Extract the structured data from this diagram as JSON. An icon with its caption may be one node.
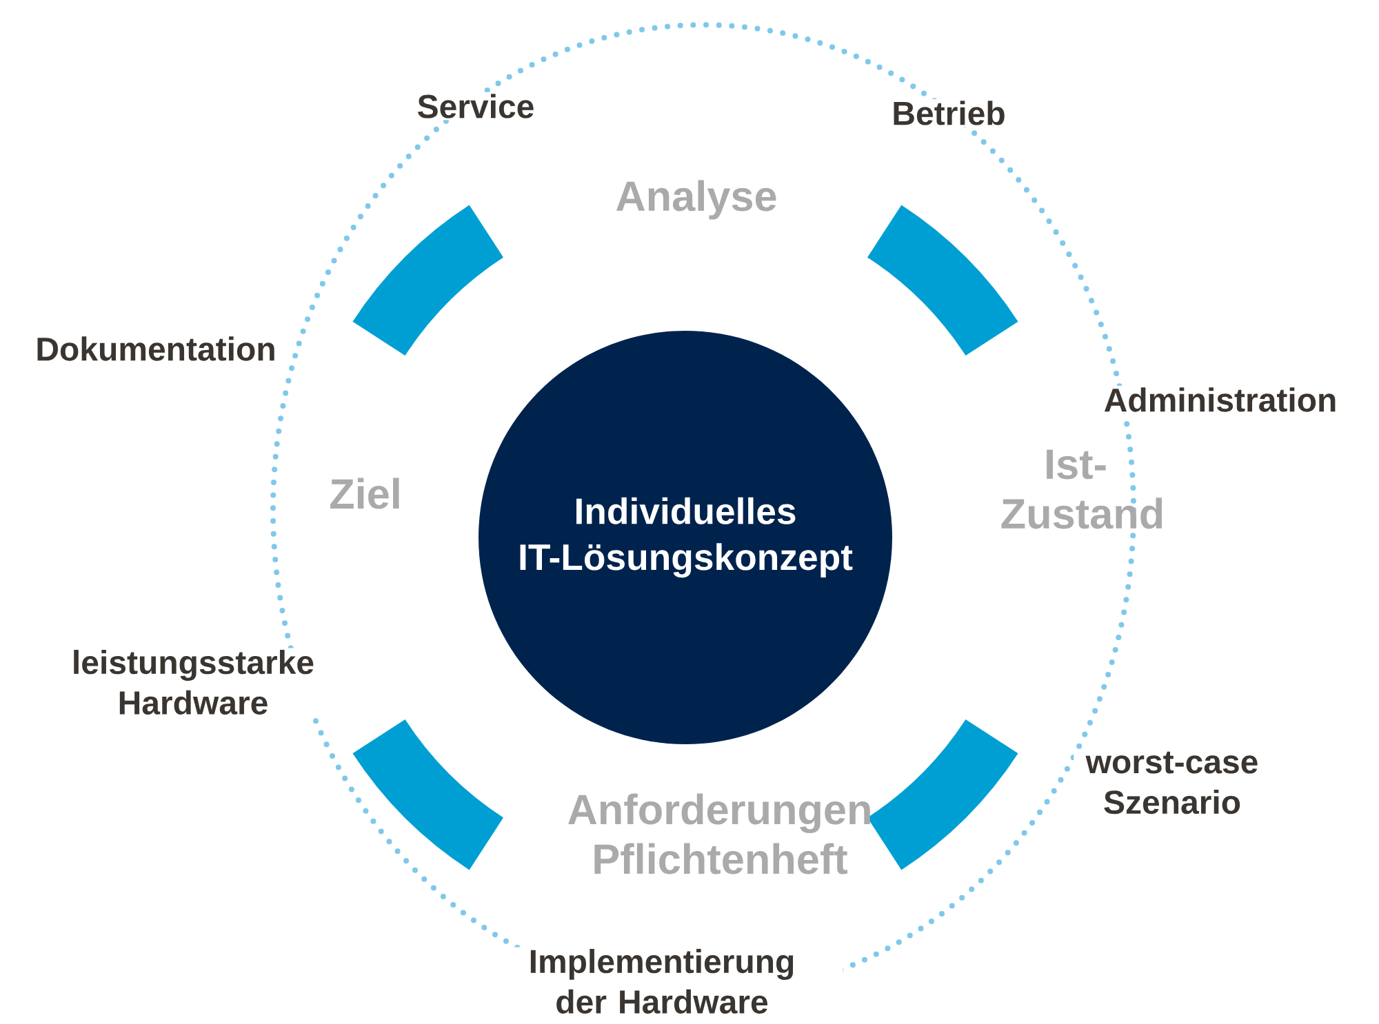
{
  "diagram": {
    "nodes": [
      {
        "text": [
          "Individuelles IT-Lösungskonzept"
        ]
      }
    ],
    "labels": [
      "Service",
      "Betrieb",
      "Analyse",
      "Dokumentation",
      "Administration",
      "Ziel",
      "Ist-Zustand",
      "leistungsstarke Hardware",
      "worst-case Szenario",
      "Anforderungen Pflichtenheft",
      "Implementierung der Hardware"
    ]
  }
}
